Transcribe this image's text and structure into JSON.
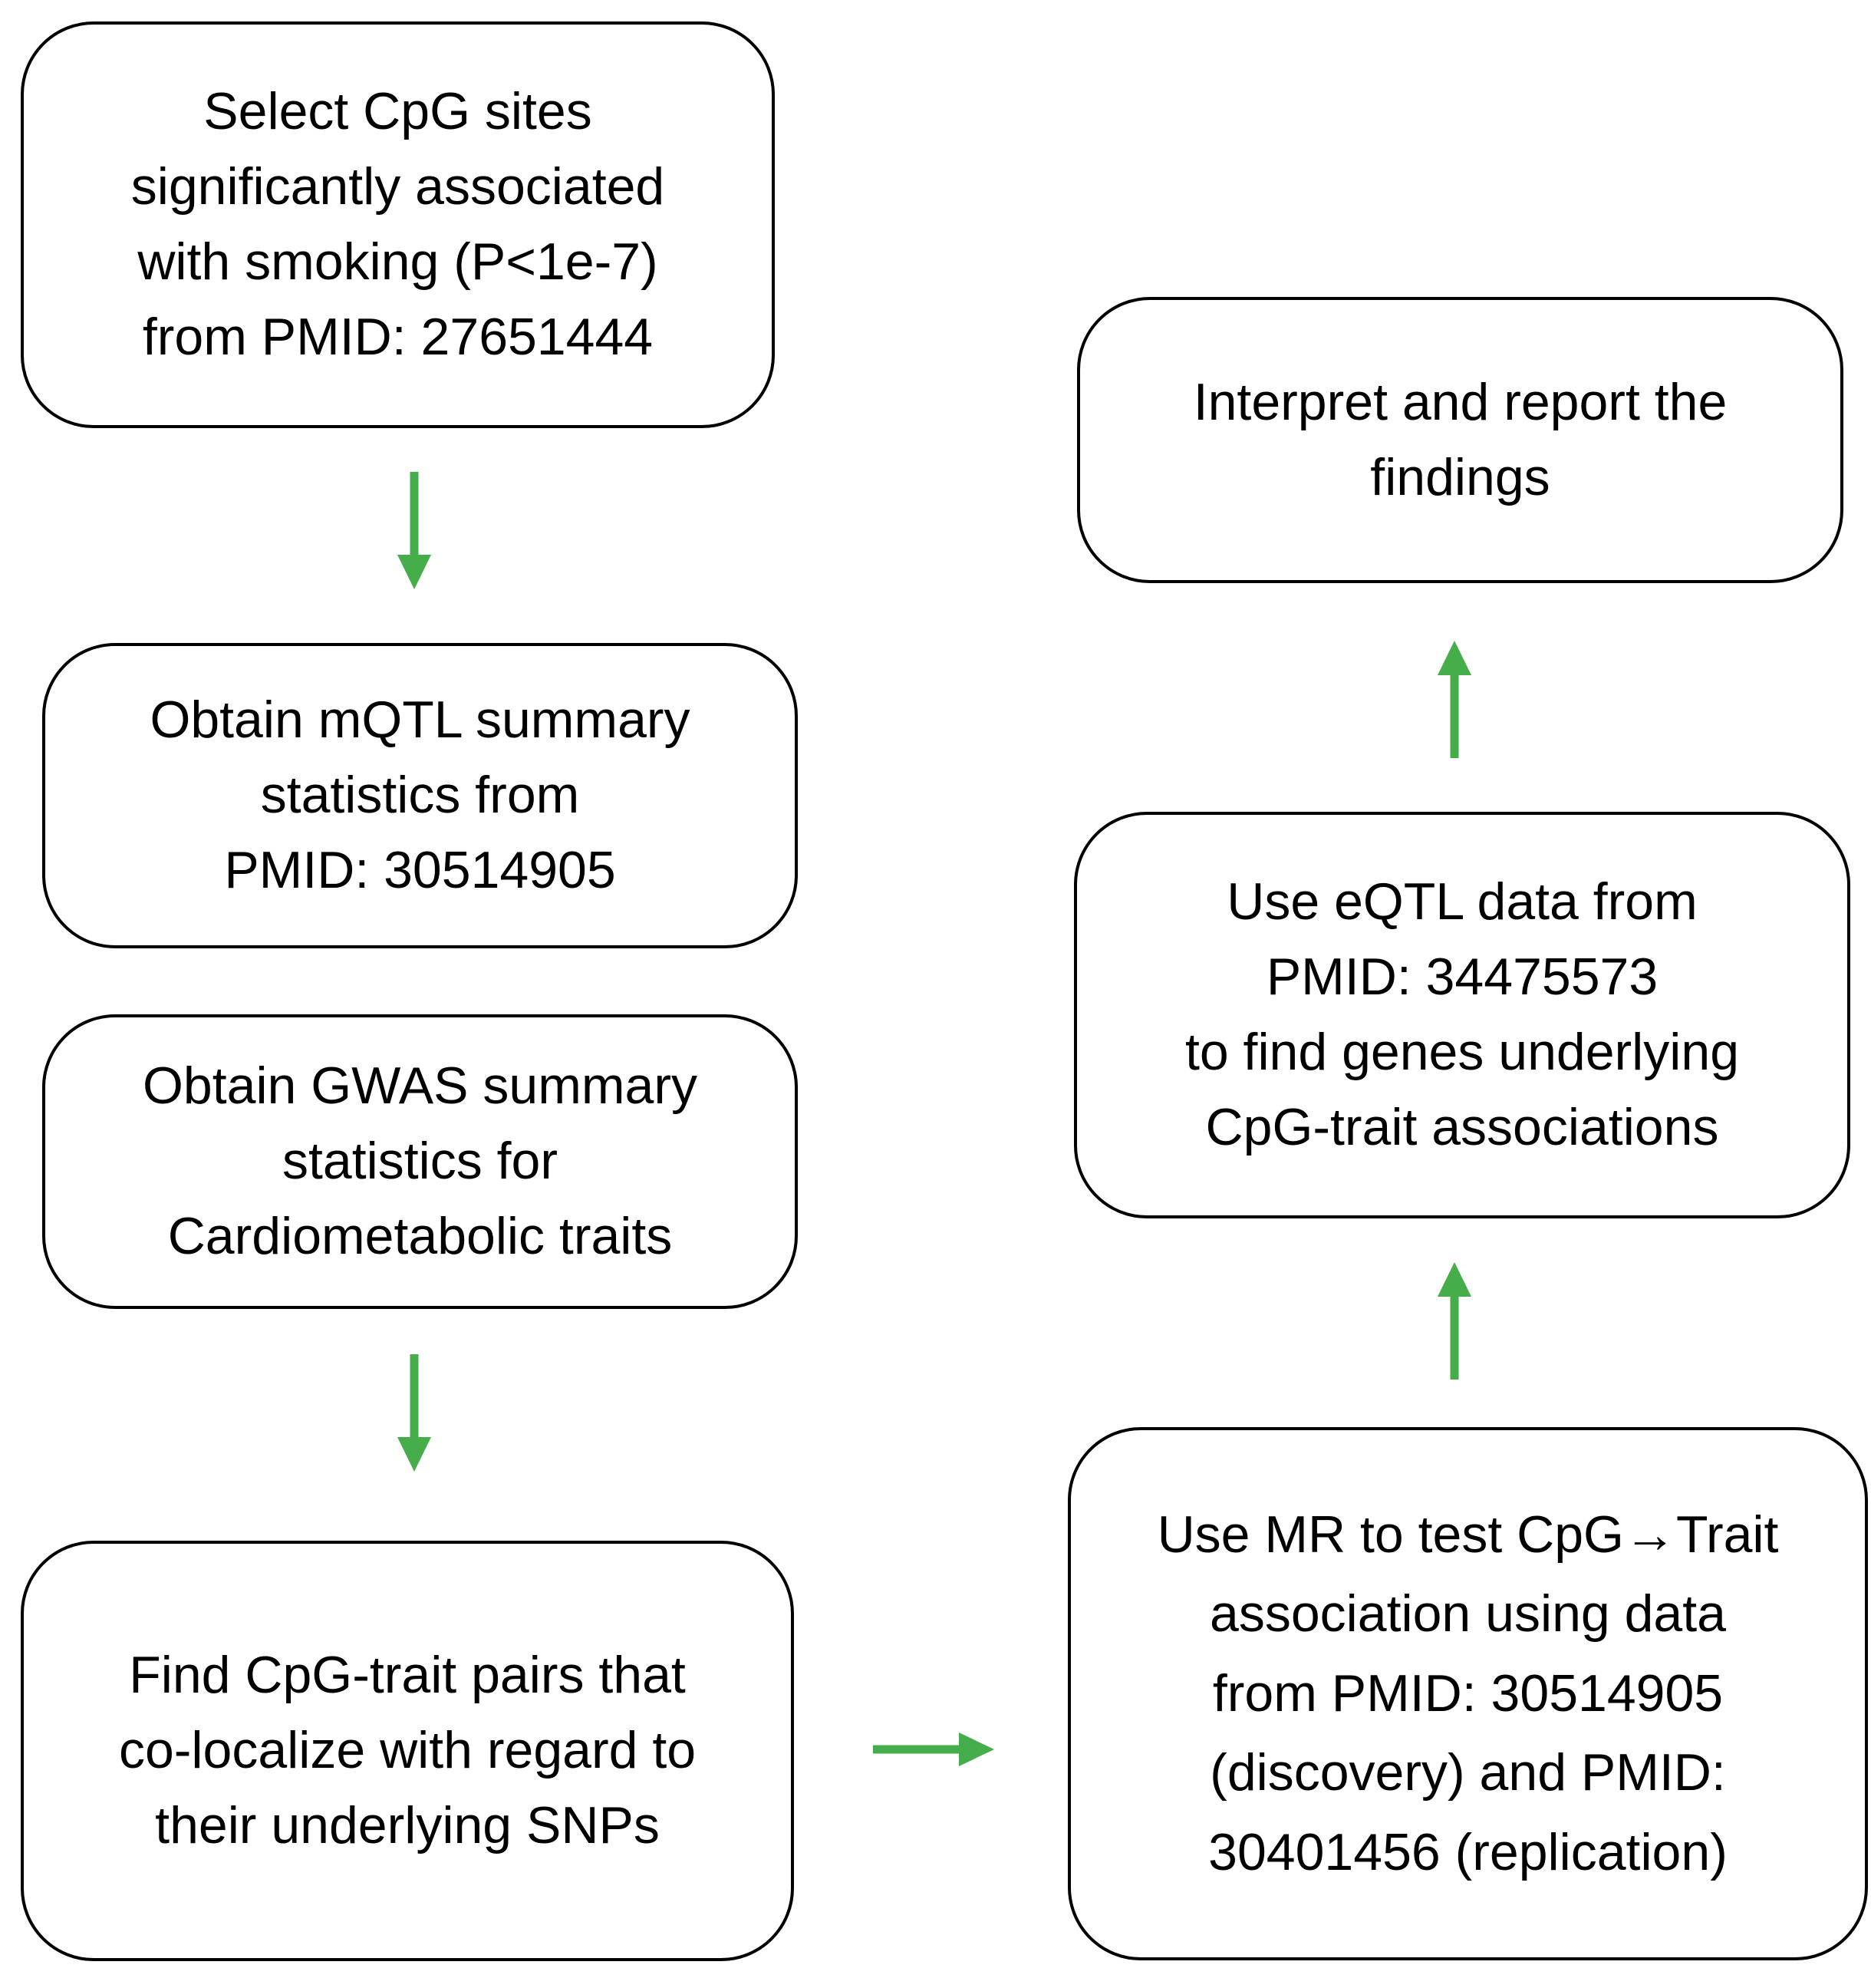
{
  "figure": {
    "type": "flowchart",
    "background_color": "#ffffff",
    "border_color": "#000000",
    "text_color": "#000000",
    "arrow_color": "#45ad49"
  },
  "nodes": {
    "select_cpg": {
      "lines": [
        "Select CpG sites",
        "significantly associated",
        "with smoking (P<1e-7)",
        "from PMID: 27651444"
      ]
    },
    "mqtl": {
      "lines": [
        "Obtain mQTL summary",
        "statistics from",
        "PMID: 30514905"
      ]
    },
    "gwas": {
      "lines": [
        "Obtain GWAS summary",
        "statistics for",
        "Cardiometabolic traits"
      ]
    },
    "coloc": {
      "lines": [
        "Find CpG-trait pairs that",
        "co-localize with regard to",
        "their underlying SNPs"
      ]
    },
    "interpret": {
      "lines": [
        "Interpret and report the",
        "findings"
      ]
    },
    "eqtl": {
      "lines": [
        "Use eQTL data from",
        "PMID: 34475573",
        "to find genes underlying",
        "CpG-trait associations"
      ]
    },
    "mr": {
      "lines": [
        "Use MR to test CpG→Trait",
        "association using data",
        "from PMID: 30514905",
        "(discovery) and PMID:",
        "30401456 (replication)"
      ]
    }
  },
  "arrows": [
    {
      "name": "select-to-mqtl",
      "direction": "down"
    },
    {
      "name": "gwas-to-coloc",
      "direction": "down"
    },
    {
      "name": "coloc-to-mr",
      "direction": "right"
    },
    {
      "name": "mr-to-eqtl",
      "direction": "up"
    },
    {
      "name": "eqtl-to-interpret",
      "direction": "up"
    }
  ]
}
